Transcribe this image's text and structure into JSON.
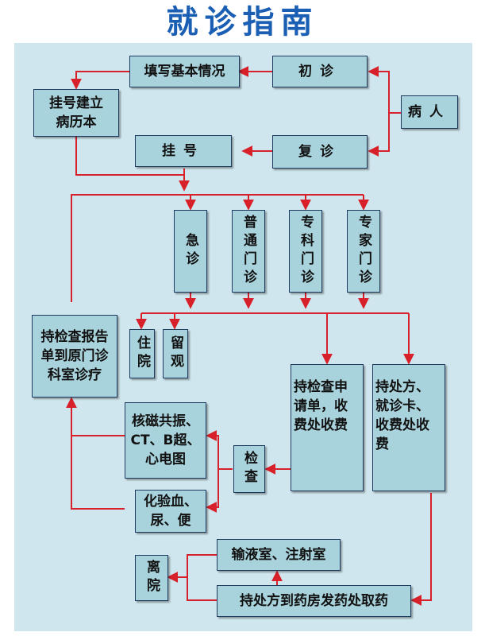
{
  "title": "就诊指南",
  "nodes": {
    "fill_info": "填写基本情况",
    "first_visit": "初诊",
    "register_record": "挂号建立病历本",
    "patient": "病人",
    "register": "挂号",
    "revisit": "复诊",
    "emergency": "急诊",
    "general": "普通门诊",
    "specialty": "专科门诊",
    "expert": "专家门诊",
    "report_return": "持检查报告单到原门诊科室诊疗",
    "inpatient": "住院",
    "observation": "留观",
    "exam_payment": "持检查申请单，收费处收费",
    "prescription_payment": "持处方、就诊卡、收费处收费",
    "imaging": "核磁共振、CT、B超、心电图",
    "examination": "检查",
    "lab_tests": "化验血、尿、便",
    "infusion": "输液室、注射室",
    "discharge": "离院",
    "pharmacy": "持处方到药房发药处取药"
  },
  "colors": {
    "title": "#1a5fb4",
    "panel": "#d0e6ee",
    "box": "#a9d3dc",
    "arrow": "#d8202a"
  }
}
